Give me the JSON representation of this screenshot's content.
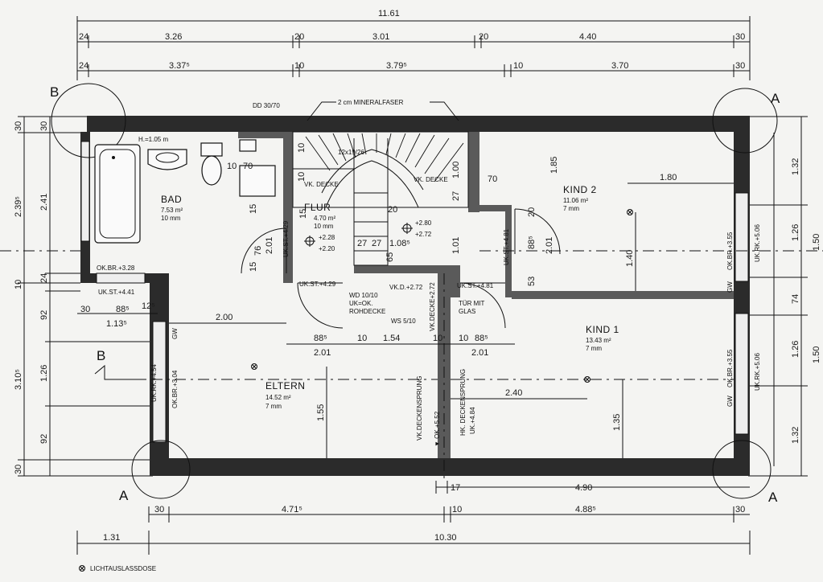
{
  "dims_top": {
    "total": "11.61",
    "row1": [
      "24",
      "3.26",
      "20",
      "3.01",
      "20",
      "4.40",
      "30"
    ],
    "row2": [
      "24",
      "3.37⁵",
      "10",
      "3.79⁵",
      "10",
      "3.70",
      "30"
    ]
  },
  "dims_bottom": {
    "row1": [
      "17",
      "4.90"
    ],
    "row2": [
      "30",
      "4.71⁵",
      "10",
      "4.88⁵",
      "30"
    ],
    "row3": [
      "1.31",
      "10.30"
    ]
  },
  "dims_left": [
    "30",
    "30",
    "2.39⁵",
    "2.41",
    "10",
    "24",
    "92",
    "3.10⁵",
    "1.26",
    "92",
    "30"
  ],
  "dims_right": [
    "1.32",
    "1.26",
    "1.50",
    "74",
    "1.26",
    "1.50",
    "1.32"
  ],
  "section_marks": {
    "a": "A",
    "b": "B"
  },
  "rooms": {
    "bad": {
      "name": "BAD",
      "area": "7.53 m²",
      "floor": "10 mm"
    },
    "flur": {
      "name": "FLUR",
      "area": "4.70 m²",
      "floor": "10 mm"
    },
    "kind2": {
      "name": "KIND 2",
      "area": "11.06 m²",
      "floor": "7 mm"
    },
    "kind1": {
      "name": "KIND 1",
      "area": "13.43 m²",
      "floor": "7 mm"
    },
    "eltern": {
      "name": "ELTERN",
      "area": "14.52 m²",
      "floor": "7 mm"
    }
  },
  "notes": {
    "mineralfaser": "2 cm MINERALFASER",
    "dd": "DD 30/70",
    "stair": "12x19/26",
    "vk_decke1": "VK. DECKE",
    "vk_decke2": "VK. DECKE",
    "h105": "H.=1.05 m",
    "ok_br_328": "OK.BR.+3.28",
    "uk_st_441": "UK.ST.+4.41",
    "uk_st_429a": "UK.ST.+4.29",
    "uk_st_429b": "UK.ST.+4.29",
    "uk_st_481a": "UK.ST.+4.81",
    "uk_st_481b": "UK.ST.+4.81",
    "lvl_228": "+2.28",
    "lvl_220": "+2.20",
    "lvl_280": "+2.80",
    "lvl_272": "+2.72",
    "wd": "WD 10/10",
    "uk_ok": "UK=OK.",
    "rohdecke": "ROHDECKE",
    "vkd": "VK.D.+2.72",
    "vk_decke_272": "VK.DECKE+2.72",
    "ws": "WS 5/10",
    "tuer1": "TÜR MIT",
    "tuer2": "GLAS",
    "vk_deckensprung": "VK.DECKENSPRUNG",
    "ok_552": "▼ OK.+5.52",
    "hk_deckensprung": "HK. DECKENSPRUNG",
    "uk_484": "UK.+4.84",
    "gw": "GW",
    "ok_br_355": "OK.BR.+3.55",
    "uk_rk_506": "UK.RK.+5.06",
    "uk_rk_454": "UK.RK.+4.54",
    "ok_br_304": "OK.BR.+3.04",
    "legend": "LICHTAUSLASSDOSE"
  },
  "inner_dims": {
    "d200": "2.00",
    "d180": "1.80",
    "d140": "1.40",
    "d155": "1.55",
    "d135": "1.35",
    "d240": "2.40",
    "d885a": "88⁵",
    "d10a": "10",
    "d154": "1.54",
    "d10b": "10",
    "d10c": "10",
    "d885b": "88⁵",
    "d201a": "2.01",
    "d201b": "2.01",
    "d30": "30",
    "d885c": "88⁵",
    "d125": "12⁵",
    "d1135": "1.13⁵",
    "d70": "70",
    "d185": "1.85",
    "d20": "20",
    "d201c": "2.01",
    "d885d": "88⁵",
    "d53": "53",
    "d76": "76",
    "d201d": "2.01",
    "d15a": "15",
    "d15b": "15",
    "d15c": "15",
    "d27a": "27",
    "d27b": "27",
    "d108": "1.08⁵",
    "d101": "1.01",
    "d65": "65",
    "d100": "1.00",
    "d27c": "27",
    "d10d": "10",
    "d10e": "10",
    "d70b": "70",
    "d10f": "10",
    "d20b": "20"
  }
}
